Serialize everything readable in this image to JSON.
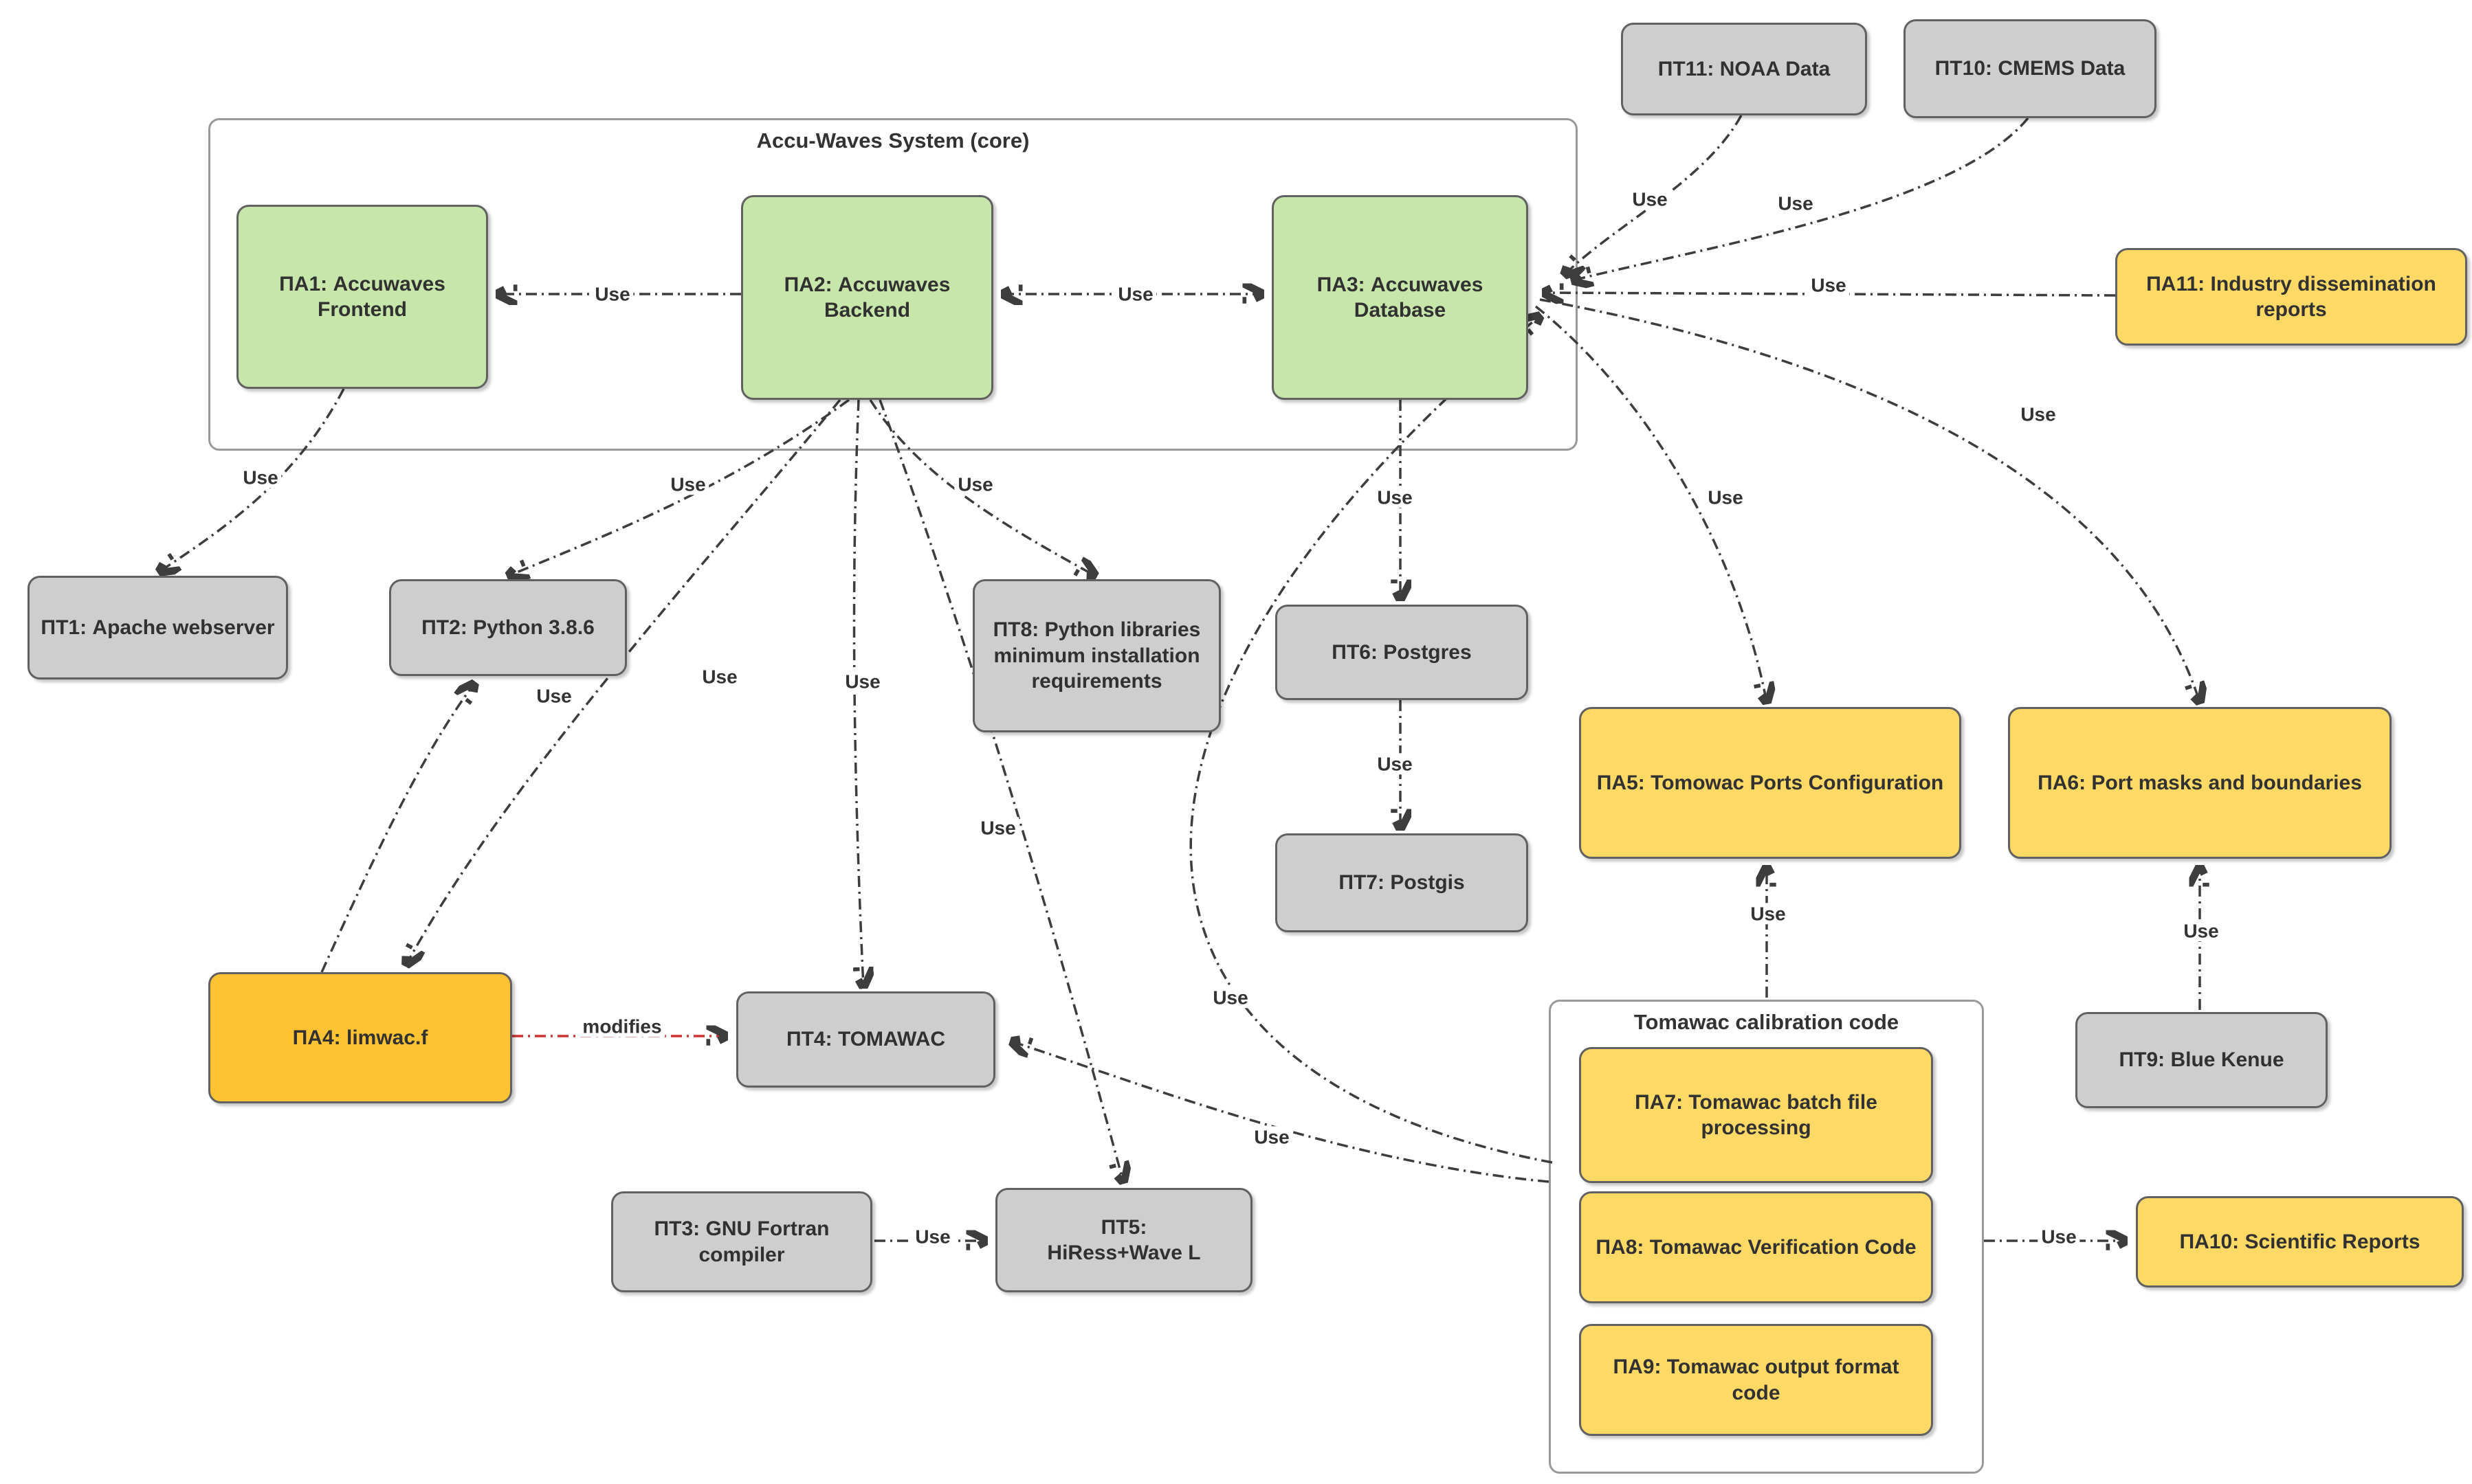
{
  "groups": {
    "core": {
      "title": "Accu-Waves System (core)"
    },
    "calibration": {
      "title": "Tomawac calibration code"
    }
  },
  "nodes": {
    "pa1": {
      "label": "ΠΑ1: Accuwaves Frontend",
      "kind": "core-component",
      "color": "#c7e6aa"
    },
    "pa2": {
      "label": "ΠΑ2: Accuwaves Backend",
      "kind": "core-component",
      "color": "#c7e6aa"
    },
    "pa3": {
      "label": "ΠΑ3: Accuwaves Database",
      "kind": "core-component",
      "color": "#c7e6aa"
    },
    "pt11": {
      "label": "ΠΤ11: NOAA Data",
      "kind": "technology",
      "color": "#cecece"
    },
    "pt10": {
      "label": "ΠΤ10: CMEMS Data",
      "kind": "technology",
      "color": "#cecece"
    },
    "pa11": {
      "label": "ΠΑ11: Industry dissemination reports",
      "kind": "artifact",
      "color": "#ffd966"
    },
    "pt1": {
      "label": "ΠΤ1: Apache webserver",
      "kind": "technology",
      "color": "#cecece"
    },
    "pt2": {
      "label": "ΠΤ2: Python 3.8.6",
      "kind": "technology",
      "color": "#cecece"
    },
    "pt8": {
      "label": "ΠΤ8: Python libraries minimum installation requirements",
      "kind": "technology",
      "color": "#cecece"
    },
    "pt6": {
      "label": "ΠΤ6: Postgres",
      "kind": "technology",
      "color": "#cecece"
    },
    "pt7": {
      "label": "ΠΤ7: Postgis",
      "kind": "technology",
      "color": "#cecece"
    },
    "pa5": {
      "label": "ΠΑ5: Tomowac Ports Configuration",
      "kind": "artifact",
      "color": "#ffd966"
    },
    "pa6": {
      "label": "ΠΑ6: Port masks and boundaries",
      "kind": "artifact",
      "color": "#ffd966"
    },
    "pa4": {
      "label": "ΠΑ4: limwac.f",
      "kind": "artifact",
      "color": "#ffc233"
    },
    "pt4": {
      "label": "ΠΤ4: TOMAWAC",
      "kind": "technology",
      "color": "#cecece"
    },
    "pt3": {
      "label": "ΠΤ3: GNU Fortran compiler",
      "kind": "technology",
      "color": "#cecece"
    },
    "pt5": {
      "label": "ΠΤ5:\nHiRess+Wave L",
      "kind": "technology",
      "color": "#cecece"
    },
    "pa7": {
      "label": "ΠΑ7: Tomawac batch file processing",
      "kind": "artifact",
      "color": "#ffd966"
    },
    "pa8": {
      "label": "ΠΑ8: Tomawac Verification Code",
      "kind": "artifact",
      "color": "#ffd966"
    },
    "pa9": {
      "label": "ΠΑ9: Tomawac output format code",
      "kind": "artifact",
      "color": "#ffd966"
    },
    "pt9": {
      "label": "ΠΤ9: Blue Kenue",
      "kind": "technology",
      "color": "#cecece"
    },
    "pa10": {
      "label": "ΠΑ10: Scientific Reports",
      "kind": "artifact",
      "color": "#ffd966"
    }
  },
  "edges": [
    {
      "from": "ΠΑ2",
      "to": "ΠΑ1",
      "label": "Use"
    },
    {
      "from": "ΠΑ2",
      "to": "ΠΑ3",
      "label": "Use",
      "bidirectional": true
    },
    {
      "from": "ΠΑ1",
      "to": "ΠΤ1",
      "label": "Use"
    },
    {
      "from": "ΠΑ2",
      "to": "ΠΤ2",
      "label": "Use"
    },
    {
      "from": "ΠΑ2",
      "to": "ΠΤ8",
      "label": "Use"
    },
    {
      "from": "ΠΑ3",
      "to": "ΠΤ6",
      "label": "Use"
    },
    {
      "from": "ΠΤ6",
      "to": "ΠΤ7",
      "label": "Use"
    },
    {
      "from": "ΠΤ11",
      "to": "ΠΑ3",
      "label": "Use"
    },
    {
      "from": "ΠΤ10",
      "to": "ΠΑ3",
      "label": "Use"
    },
    {
      "from": "ΠΑ11",
      "to": "ΠΑ3",
      "label": "Use"
    },
    {
      "from": "ΠΑ3",
      "to": "ΠΑ5",
      "label": "Use"
    },
    {
      "from": "ΠΑ3",
      "to": "ΠΑ6",
      "label": "Use"
    },
    {
      "from": "ΠΑ2",
      "to": "ΠΑ4",
      "label": "Use"
    },
    {
      "from": "ΠΑ4",
      "to": "ΠΤ2",
      "label": "Use"
    },
    {
      "from": "ΠΑ2",
      "to": "ΠΤ4",
      "label": "Use"
    },
    {
      "from": "ΠΑ2",
      "to": "ΠΤ5",
      "label": "Use"
    },
    {
      "from": "ΠΑ4",
      "to": "ΠΤ4",
      "label": "modifies",
      "color": "#cc3333"
    },
    {
      "from": "Tomawac calibration code",
      "to": "ΠΑ5",
      "label": "Use"
    },
    {
      "from": "ΠΤ9",
      "to": "ΠΑ6",
      "label": "Use"
    },
    {
      "from": "ΠΤ3",
      "to": "ΠΤ5",
      "label": "Use"
    },
    {
      "from": "Tomawac calibration code",
      "to": "ΠΤ4",
      "label": "Use"
    },
    {
      "from": "Tomawac calibration code",
      "to": "ΠΑ3",
      "label": "Use"
    },
    {
      "from": "Tomawac calibration code",
      "to": "ΠΑ10",
      "label": "Use"
    }
  ],
  "colors": {
    "core_fill": "#c7e6aa",
    "technology_fill": "#cecece",
    "artifact_fill": "#ffd966",
    "highlight_fill": "#ffc233",
    "edge_stroke": "#3d3d3d",
    "modifies_stroke": "#cc3333",
    "border": "#616161"
  }
}
